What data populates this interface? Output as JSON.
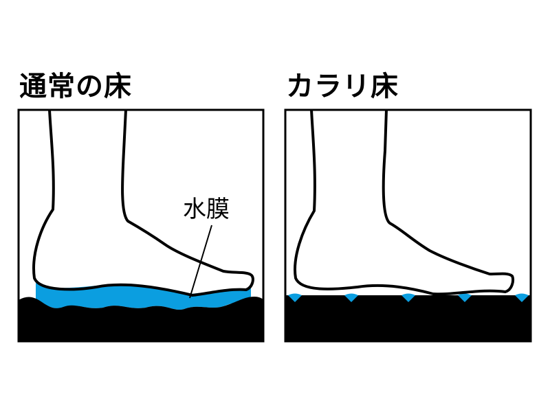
{
  "panels": [
    {
      "title": "通常の床",
      "annotation": "水膜",
      "description": "Foot standing on wavy floor with a continuous water film underneath"
    },
    {
      "title": "カラリ床",
      "description": "Foot standing on flat floor; water drains into small grooves"
    }
  ],
  "colors": {
    "water": "#0b9ee0",
    "floor": "#000000",
    "outline": "#000000",
    "background": "#ffffff"
  }
}
